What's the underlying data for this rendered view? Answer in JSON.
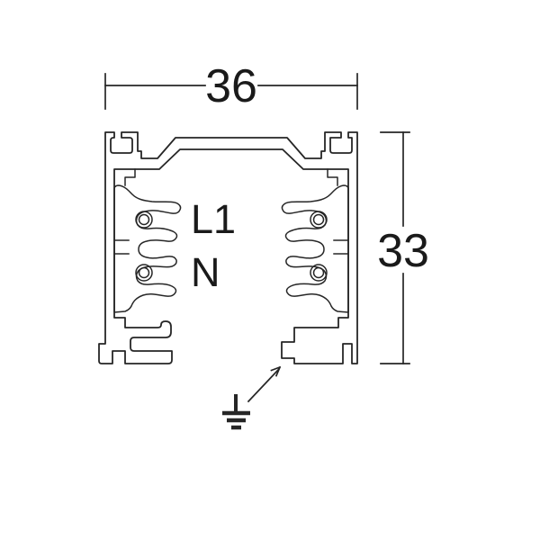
{
  "diagram": {
    "dim_width": "36",
    "dim_height": "33",
    "label_line": "L1",
    "label_neutral": "N",
    "line_color": "#262626",
    "text_color": "#1a1a1a",
    "icons": {
      "earth": "earth-ground-symbol",
      "pointer": "arrow-up-right"
    }
  }
}
